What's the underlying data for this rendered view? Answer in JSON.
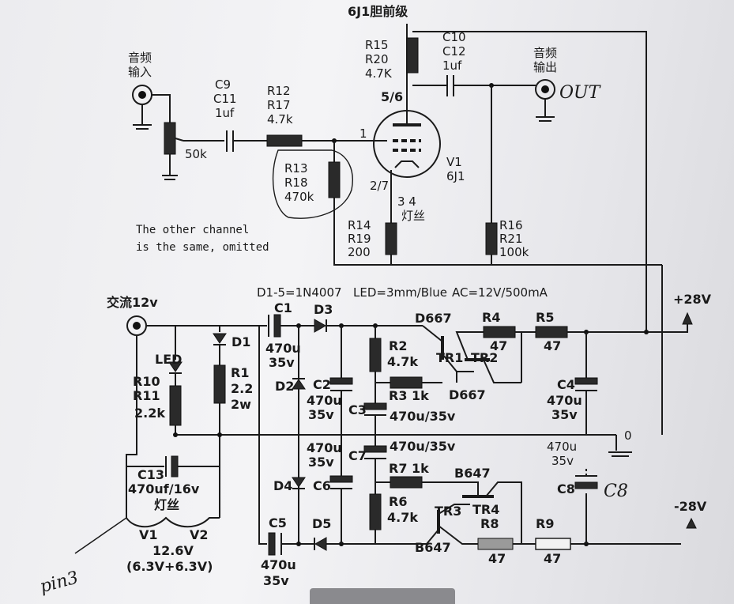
{
  "title": "6J1胆前级",
  "input": {
    "label_cn_1": "音频",
    "label_cn_2": "输入"
  },
  "output": {
    "label_cn_1": "音频",
    "label_cn_2": "输出",
    "label_hand": "OUT"
  },
  "pot": {
    "value": "50k"
  },
  "c9": {
    "l1": "C9",
    "l2": "C11",
    "l3": "1uf"
  },
  "r12": {
    "l1": "R12",
    "l2": "R17",
    "l3": "4.7k"
  },
  "r13": {
    "l1": "R13",
    "l2": "R18",
    "l3": "470k"
  },
  "r15": {
    "l1": "R15",
    "l2": "R20",
    "l3": "4.7K"
  },
  "c10": {
    "l1": "C10",
    "l2": "C12",
    "l3": "1uf"
  },
  "tube": {
    "pin_plate": "5/6",
    "pin_grid": "1",
    "pin_cathode": "2/7",
    "pin_heater": "3 4",
    "heater_cn": "灯丝",
    "name": "V1",
    "type": "6J1"
  },
  "r14": {
    "l1": "R14",
    "l2": "R19",
    "l3": "200"
  },
  "r16": {
    "l1": "R16",
    "l2": "R21",
    "l3": "100k"
  },
  "note": {
    "line1": "The other channel",
    "line2": "is the same, omitted"
  },
  "psu_header": {
    "diodes": "D1-5=1N4007",
    "led": "LED=3mm/Blue",
    "ac": "AC=12V/500mA"
  },
  "ac_in": {
    "label": "交流12v"
  },
  "d1": "D1",
  "led": "LED",
  "r10": {
    "l1": "R10",
    "l2": "R11",
    "l3": "2.2k"
  },
  "r1": {
    "l1": "R1",
    "l2": "2.2",
    "l3": "2w"
  },
  "c1": {
    "l1": "C1",
    "l2": "470u",
    "l3": "35v"
  },
  "d3": "D3",
  "d2": "D2",
  "c2": {
    "l1": "C2",
    "l2": "470u",
    "l3": "35v"
  },
  "d667_top": "D667",
  "d667_bot": "D667",
  "r2": {
    "l1": "R2",
    "l2": "4.7k"
  },
  "r3": "R3 1k",
  "c3": {
    "l1": "C3",
    "l2": "470u/35v"
  },
  "tr1": "TR1",
  "tr2": "TR2",
  "r4": {
    "l1": "R4",
    "l2": "47"
  },
  "r5": {
    "l1": "R5",
    "l2": "47"
  },
  "c4": {
    "l1": "C4",
    "l2": "470u",
    "l3": "35v"
  },
  "plus28": "+28V",
  "minus28": "-28V",
  "zero": "0",
  "c13": {
    "l1": "C13",
    "l2": "470uf/16v",
    "l3": "灯丝"
  },
  "heater_out": {
    "v1": "V1",
    "v2": "V2",
    "volt": "12.6V",
    "split": "(6.3V+6.3V)"
  },
  "pin_note": "pin3",
  "c5": {
    "l1": "C5",
    "l2": "470u",
    "l3": "35v"
  },
  "c6": {
    "l1": "C6",
    "l2": "470u",
    "l3": "35v"
  },
  "d4": "D4",
  "d5": "D5",
  "c7": {
    "l1": "C7",
    "l2": "470u/35v"
  },
  "r7": "R7 1k",
  "r6": {
    "l1": "R6",
    "l2": "4.7k"
  },
  "b647_top": "B647",
  "b647_bot": "B647",
  "tr3": "TR3",
  "tr4": "TR4",
  "r8": {
    "l1": "R8",
    "l2": "47"
  },
  "r9": {
    "l1": "R9",
    "l2": "47"
  },
  "c8": {
    "l1": "C8",
    "l2": "470u",
    "l3": "35v",
    "hand": "C8"
  }
}
